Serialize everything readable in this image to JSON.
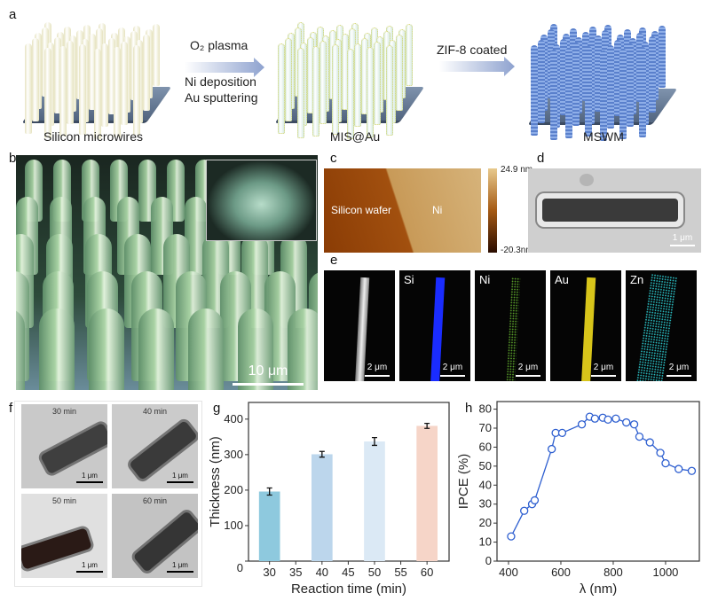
{
  "panel_labels": {
    "a": "a",
    "b": "b",
    "c": "c",
    "d": "d",
    "e": "e",
    "f": "f",
    "g": "g",
    "h": "h"
  },
  "panel_a": {
    "stages": [
      "Silicon microwires",
      "MIS@Au",
      "MSWM"
    ],
    "step1": [
      "O₂ plasma",
      "Ni deposition",
      "Au sputtering"
    ],
    "step2": "ZIF-8 coated",
    "colors": {
      "silicon": "#e6e3c0",
      "mis": "#cfe6dc",
      "mswm": "#6f93d8",
      "plate": "#6a7e9a",
      "arrow": "#8ea2cf"
    }
  },
  "panel_b": {
    "scale_bar": "10 μm",
    "color": "#a9d3a4"
  },
  "panel_c": {
    "left_label": "Silicon wafer",
    "right_label": "Ni",
    "colorbar_max": "24.9 nm",
    "colorbar_min": "-20.3nm"
  },
  "panel_d": {
    "scale_bar": "1 μm"
  },
  "panel_e": {
    "maps": [
      {
        "label": "",
        "scale_bar": "2 μm",
        "color": "#d0d0d0"
      },
      {
        "label": "Si",
        "scale_bar": "2 μm",
        "color": "#1a2cff"
      },
      {
        "label": "Ni",
        "scale_bar": "2 μm",
        "color": "#5aa02a"
      },
      {
        "label": "Au",
        "scale_bar": "2 μm",
        "color": "#d8c51a"
      },
      {
        "label": "Zn",
        "scale_bar": "2 μm",
        "color": "#2bc3c8"
      }
    ]
  },
  "panel_f": {
    "images": [
      {
        "time": "30 min",
        "scale_bar": "1 μm"
      },
      {
        "time": "40 min",
        "scale_bar": "1 μm"
      },
      {
        "time": "50 min",
        "scale_bar": "1 μm"
      },
      {
        "time": "60 min",
        "scale_bar": "1 μm"
      }
    ]
  },
  "chart_data": [
    {
      "id": "g",
      "type": "bar",
      "xlabel": "Reaction time (min)",
      "ylabel": "Thickness (nm)",
      "x": [
        30,
        40,
        50,
        60
      ],
      "values": [
        196,
        301,
        337,
        381
      ],
      "errors": [
        10,
        8,
        11,
        7
      ],
      "colors": [
        "#8ec9de",
        "#bcd6ec",
        "#dbe9f5",
        "#f6d5c8"
      ],
      "xticks": [
        30,
        35,
        40,
        45,
        50,
        55,
        60
      ],
      "yticks": [
        0,
        100,
        200,
        300,
        400
      ],
      "xlim": [
        26,
        64.2
      ],
      "ylim": [
        0,
        447
      ]
    },
    {
      "id": "h",
      "type": "line",
      "xlabel": "λ (nm)",
      "ylabel": "IPCE (%)",
      "x": [
        410,
        460,
        490,
        500,
        565,
        580,
        605,
        680,
        710,
        730,
        760,
        780,
        810,
        850,
        880,
        900,
        940,
        980,
        1000,
        1050,
        1100
      ],
      "y": [
        13,
        26.5,
        30,
        32,
        59,
        67.5,
        67.5,
        72,
        76,
        75,
        75.5,
        74.5,
        75,
        73,
        72,
        65.5,
        62.5,
        57,
        51.5,
        48.5,
        47.5
      ],
      "color": "#2e5fd0",
      "xticks": [
        400,
        600,
        800,
        1000
      ],
      "yticks": [
        0,
        10,
        20,
        30,
        40,
        50,
        60,
        70,
        80
      ],
      "xlim": [
        356,
        1129
      ],
      "ylim": [
        0,
        84
      ]
    }
  ]
}
